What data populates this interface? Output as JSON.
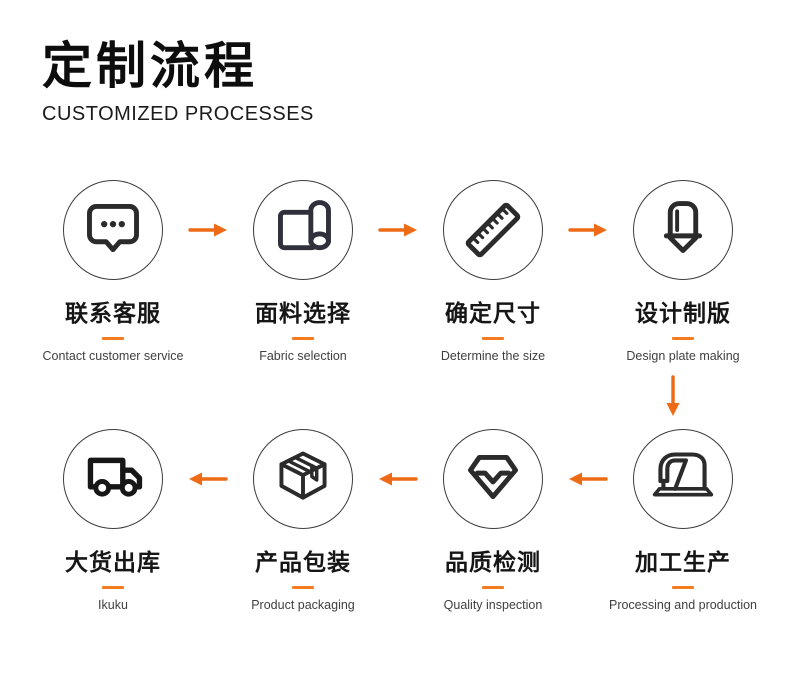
{
  "header": {
    "title": "定制流程",
    "subtitle": "CUSTOMIZED PROCESSES"
  },
  "colors": {
    "accent": "#ed6a17",
    "dash": "#f47b20",
    "icon_ink": "#2b2b2b",
    "circle_border": "#3c3c3c"
  },
  "rows": [
    {
      "direction": "right",
      "steps": [
        {
          "icon": "chat-bubble-icon",
          "title": "联系客服",
          "subtitle": "Contact customer service"
        },
        {
          "icon": "fabric-roll-icon",
          "title": "面料选择",
          "subtitle": "Fabric selection"
        },
        {
          "icon": "ruler-icon",
          "title": "确定尺寸",
          "subtitle": "Determine the size"
        },
        {
          "icon": "pen-nib-icon",
          "title": "设计制版",
          "subtitle": "Design plate making"
        }
      ]
    },
    {
      "direction": "left",
      "steps": [
        {
          "icon": "truck-icon",
          "title": "大货出库",
          "subtitle": "Ikuku"
        },
        {
          "icon": "package-box-icon",
          "title": "产品包装",
          "subtitle": "Product packaging"
        },
        {
          "icon": "gem-icon",
          "title": "品质检测",
          "subtitle": "Quality inspection"
        },
        {
          "icon": "sewing-machine-icon",
          "title": "加工生产",
          "subtitle": "Processing and production"
        }
      ]
    }
  ]
}
